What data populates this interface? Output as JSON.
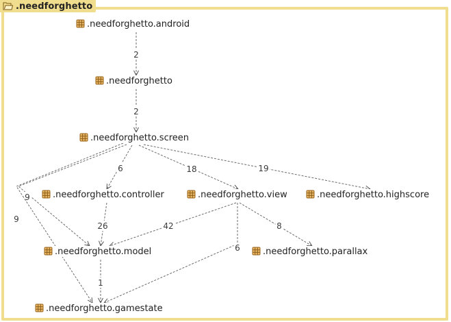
{
  "diagram": {
    "title": ".needforghetto",
    "title_icon": "package-folder-icon",
    "node_icon": "package-icon",
    "colors": {
      "frame": "#f1dd8e",
      "icon": "#c98a2a",
      "edge": "#6b6b6b",
      "text": "#1e1e1e"
    },
    "nodes": [
      {
        "id": "android",
        "label": ".needforghetto.android"
      },
      {
        "id": "root",
        "label": ".needforghetto"
      },
      {
        "id": "screen",
        "label": ".needforghetto.screen"
      },
      {
        "id": "controller",
        "label": ".needforghetto.controller"
      },
      {
        "id": "view",
        "label": ".needforghetto.view"
      },
      {
        "id": "highscore",
        "label": ".needforghetto.highscore"
      },
      {
        "id": "model",
        "label": ".needforghetto.model"
      },
      {
        "id": "parallax",
        "label": ".needforghetto.parallax"
      },
      {
        "id": "gamestate",
        "label": ".needforghetto.gamestate"
      }
    ],
    "edges": [
      {
        "from": "android",
        "to": "root",
        "label": "2"
      },
      {
        "from": "root",
        "to": "screen",
        "label": "2"
      },
      {
        "from": "screen",
        "to": "controller",
        "label": "6"
      },
      {
        "from": "screen",
        "to": "view",
        "label": "18"
      },
      {
        "from": "screen",
        "to": "highscore",
        "label": "19"
      },
      {
        "from": "screen",
        "to": "model",
        "label": "9"
      },
      {
        "from": "screen",
        "to": "gamestate",
        "label": "9"
      },
      {
        "from": "controller",
        "to": "model",
        "label": "26"
      },
      {
        "from": "view",
        "to": "model",
        "label": "42"
      },
      {
        "from": "view",
        "to": "parallax",
        "label": "8"
      },
      {
        "from": "view",
        "to": "gamestate",
        "label": "6"
      },
      {
        "from": "model",
        "to": "gamestate",
        "label": "1"
      }
    ]
  }
}
